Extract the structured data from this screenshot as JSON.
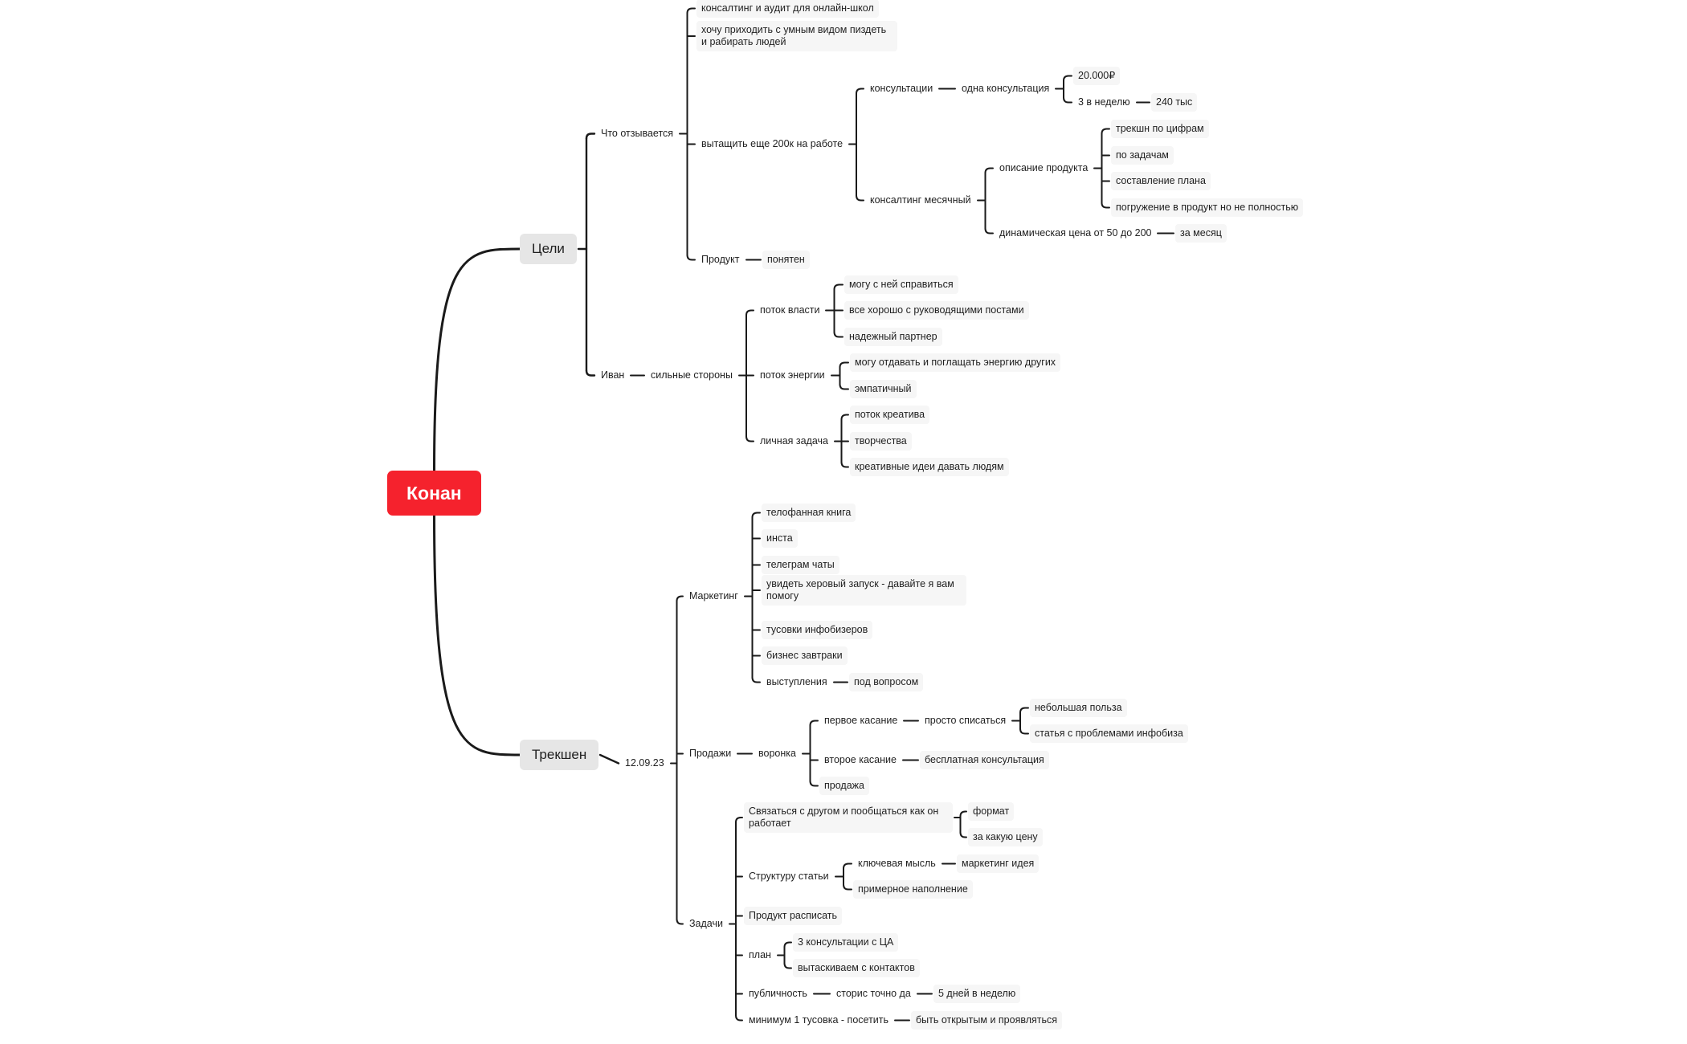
{
  "mindmap": {
    "root": {
      "id": "root",
      "label": "Конан"
    },
    "colors": {
      "root_fill": "#f5222d",
      "root_text": "#ffffff",
      "main_fill": "#e6e6e6",
      "node_fill": "#f6f6f6",
      "line": "#1a1a1a"
    },
    "nodes": [
      {
        "id": "celi",
        "parent": "root",
        "label": "Цели"
      },
      {
        "id": "chto",
        "parent": "celi",
        "label": "Что отзывается"
      },
      {
        "id": "chto1",
        "parent": "chto",
        "label": "консалтинг и аудит для онлайн-школ"
      },
      {
        "id": "chto2",
        "parent": "chto",
        "label": "хочу приходить с умным видом пиздеть и рабирать людей"
      },
      {
        "id": "vyt",
        "parent": "chto",
        "label": "вытащить еще 200к на работе"
      },
      {
        "id": "kons",
        "parent": "vyt",
        "label": "консультации"
      },
      {
        "id": "odna",
        "parent": "kons",
        "label": "одна консультация"
      },
      {
        "id": "p20",
        "parent": "odna",
        "label": "20.000₽"
      },
      {
        "id": "tri",
        "parent": "odna",
        "label": "3 в неделю"
      },
      {
        "id": "t240",
        "parent": "tri",
        "label": "240 тыс"
      },
      {
        "id": "kmes",
        "parent": "vyt",
        "label": "консалтинг месячный"
      },
      {
        "id": "opis",
        "parent": "kmes",
        "label": "описание продукта"
      },
      {
        "id": "op1",
        "parent": "opis",
        "label": "трекшн по цифрам"
      },
      {
        "id": "op2",
        "parent": "opis",
        "label": "по задачам"
      },
      {
        "id": "op3",
        "parent": "opis",
        "label": "составление плана"
      },
      {
        "id": "op4",
        "parent": "opis",
        "label": "погружение в продукт но не полностью"
      },
      {
        "id": "din",
        "parent": "kmes",
        "label": "динамическая цена от 50 до 200"
      },
      {
        "id": "zames",
        "parent": "din",
        "label": "за месяц"
      },
      {
        "id": "prod",
        "parent": "chto",
        "label": "Продукт"
      },
      {
        "id": "ponyat",
        "parent": "prod",
        "label": "понятен"
      },
      {
        "id": "ivan",
        "parent": "celi",
        "label": "Иван"
      },
      {
        "id": "silnye",
        "parent": "ivan",
        "label": "сильные стороны"
      },
      {
        "id": "vlast",
        "parent": "silnye",
        "label": "поток власти"
      },
      {
        "id": "vl1",
        "parent": "vlast",
        "label": "могу с ней справиться"
      },
      {
        "id": "vl2",
        "parent": "vlast",
        "label": "все хорошо с руководящими постами"
      },
      {
        "id": "vl3",
        "parent": "vlast",
        "label": "надежный партнер"
      },
      {
        "id": "energ",
        "parent": "silnye",
        "label": "поток энергии"
      },
      {
        "id": "en1",
        "parent": "energ",
        "label": "могу отдавать и поглащать энергию других"
      },
      {
        "id": "en2",
        "parent": "energ",
        "label": "эмпатичный"
      },
      {
        "id": "lich",
        "parent": "silnye",
        "label": "личная задача"
      },
      {
        "id": "li1",
        "parent": "lich",
        "label": "поток креатива"
      },
      {
        "id": "li2",
        "parent": "lich",
        "label": "творчества"
      },
      {
        "id": "li3",
        "parent": "lich",
        "label": "креативные идеи давать людям"
      },
      {
        "id": "treksh",
        "parent": "root",
        "label": "Трекшен"
      },
      {
        "id": "date",
        "parent": "treksh",
        "label": "12.09.23"
      },
      {
        "id": "mark",
        "parent": "date",
        "label": "Маркетинг"
      },
      {
        "id": "m1",
        "parent": "mark",
        "label": "телофанная книга"
      },
      {
        "id": "m2",
        "parent": "mark",
        "label": "инста"
      },
      {
        "id": "m3",
        "parent": "mark",
        "label": "телеграм чаты"
      },
      {
        "id": "m4",
        "parent": "mark",
        "label": "увидеть херовый запуск - давайте я вам помогу"
      },
      {
        "id": "m5",
        "parent": "mark",
        "label": "тусовки инфобизеров"
      },
      {
        "id": "m6",
        "parent": "mark",
        "label": "бизнес завтраки"
      },
      {
        "id": "m7",
        "parent": "mark",
        "label": "выступления"
      },
      {
        "id": "m7a",
        "parent": "m7",
        "label": "под вопросом"
      },
      {
        "id": "prodazhi",
        "parent": "date",
        "label": "Продажи"
      },
      {
        "id": "voronka",
        "parent": "prodazhi",
        "label": "воронка"
      },
      {
        "id": "perv",
        "parent": "voronka",
        "label": "первое касание"
      },
      {
        "id": "prosto",
        "parent": "perv",
        "label": "просто списаться"
      },
      {
        "id": "pr1",
        "parent": "prosto",
        "label": "небольшая польза"
      },
      {
        "id": "pr2",
        "parent": "prosto",
        "label": "статья с проблемами инфобиза"
      },
      {
        "id": "vtor",
        "parent": "voronka",
        "label": "второе касание"
      },
      {
        "id": "besp",
        "parent": "vtor",
        "label": "бесплатная консультация"
      },
      {
        "id": "prodazha",
        "parent": "voronka",
        "label": "продажа"
      },
      {
        "id": "zad",
        "parent": "date",
        "label": "Задачи"
      },
      {
        "id": "z1",
        "parent": "zad",
        "label": "Связаться с другом и пообщаться как он работает"
      },
      {
        "id": "z1a",
        "parent": "z1",
        "label": "формат"
      },
      {
        "id": "z1b",
        "parent": "z1",
        "label": "за какую цену"
      },
      {
        "id": "z2",
        "parent": "zad",
        "label": "Структуру статьи"
      },
      {
        "id": "z2a",
        "parent": "z2",
        "label": "ключевая мысль"
      },
      {
        "id": "z2a1",
        "parent": "z2a",
        "label": "маркетинг идея"
      },
      {
        "id": "z2b",
        "parent": "z2",
        "label": "примерное наполнение"
      },
      {
        "id": "z3",
        "parent": "zad",
        "label": "Продукт расписать"
      },
      {
        "id": "z4",
        "parent": "zad",
        "label": "план"
      },
      {
        "id": "z4a",
        "parent": "z4",
        "label": "3 консультации с ЦА"
      },
      {
        "id": "z4b",
        "parent": "z4",
        "label": "вытаскиваем с контактов"
      },
      {
        "id": "z5",
        "parent": "zad",
        "label": "публичность"
      },
      {
        "id": "z5a",
        "parent": "z5",
        "label": "сторис точно да"
      },
      {
        "id": "z5b",
        "parent": "z5a",
        "label": "5 дней в неделю"
      },
      {
        "id": "z6",
        "parent": "zad",
        "label": "минимум 1 тусовка - посетить"
      },
      {
        "id": "z6a",
        "parent": "z6",
        "label": "быть открытым и проявляться"
      }
    ]
  }
}
